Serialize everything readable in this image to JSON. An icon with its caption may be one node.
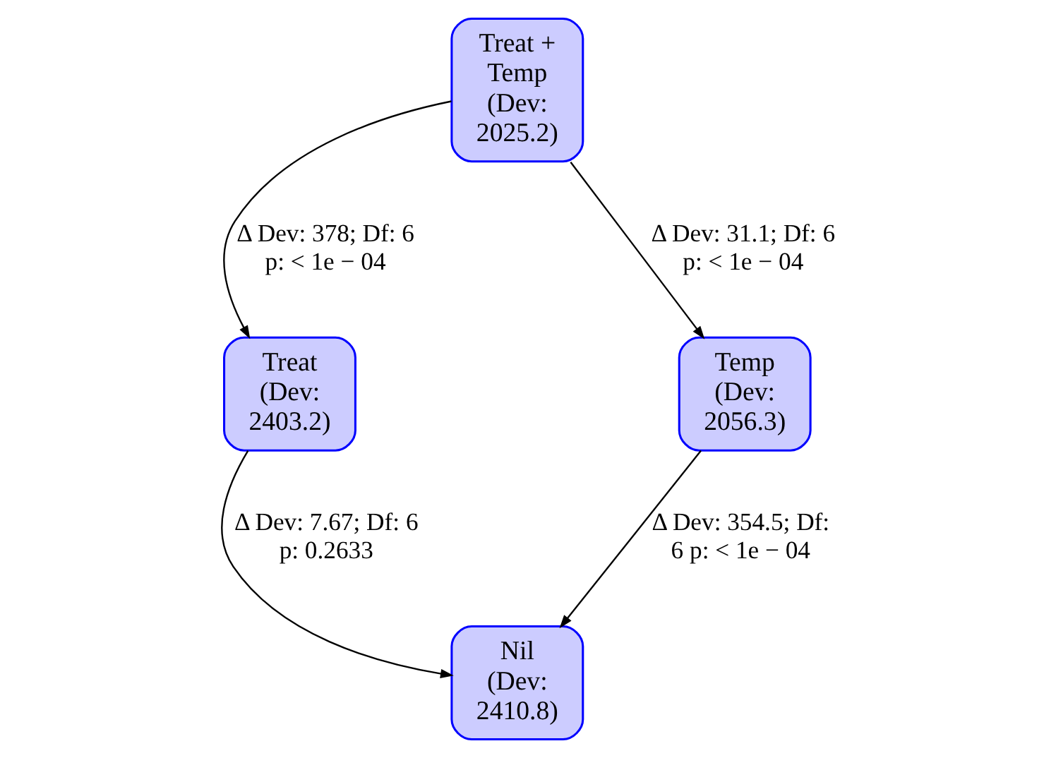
{
  "diagram": {
    "nodes": [
      {
        "text": [
          "Treat + Temp (Dev: 2025.2)"
        ]
      },
      {
        "text": [
          "Treat (Dev: 2403.2)"
        ]
      },
      {
        "text": [
          "Temp (Dev: 2056.3)"
        ]
      },
      {
        "text": [
          "Nil (Dev: 2410.8)"
        ]
      }
    ],
    "edges": [
      {
        "from": 0,
        "to": 1,
        "arrow": "to",
        "label": "Δ Dev: 378; Df: 6 p: < 1e − 04"
      },
      {
        "from": 0,
        "to": 2,
        "arrow": "to",
        "label": "Δ Dev: 31.1; Df: 6 p: < 1e − 04"
      },
      {
        "from": 1,
        "to": 3,
        "arrow": "to",
        "label": "Δ Dev: 7.67; Df: 6 p: 0.2633"
      },
      {
        "from": 2,
        "to": 3,
        "arrow": "to",
        "label": "Δ Dev: 354.5; Df: 6 p: < 1e − 04"
      }
    ]
  }
}
